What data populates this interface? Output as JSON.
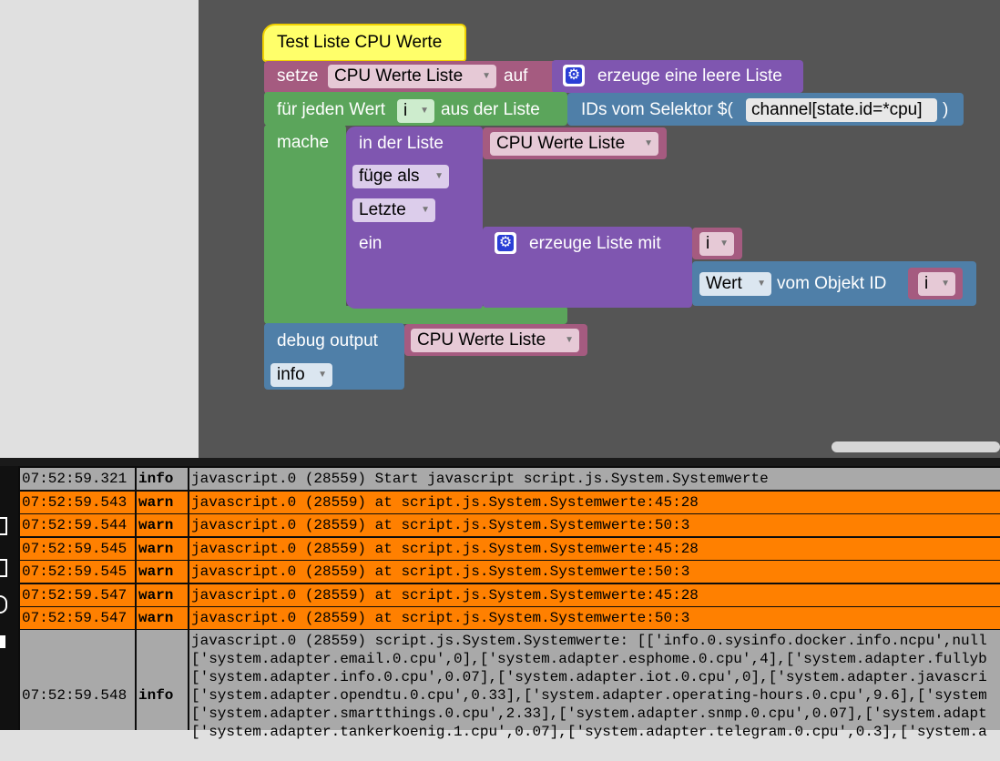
{
  "workspace": {
    "hat_title": "Test Liste CPU Werte",
    "set": {
      "label": "setze",
      "variable": "CPU Werte Liste",
      "mid": "auf",
      "create_empty": "erzeuge eine leere Liste"
    },
    "foreach": {
      "label": "für jeden Wert",
      "var": "i",
      "mid": "aus der Liste",
      "selector_label": "IDs vom Selektor $(",
      "selector_value": "channel[state.id=*cpu]",
      "selector_end": ")",
      "do_label": "mache"
    },
    "insert": {
      "in_list": "in der Liste",
      "list_var": "CPU Werte Liste",
      "mode": "füge als",
      "where": "Letzte",
      "value_label": "ein",
      "create_with": "erzeuge Liste mit",
      "item_var": "i",
      "value_prop": "Wert",
      "obj_label": "vom Objekt ID",
      "obj_var": "i"
    },
    "debug": {
      "label": "debug output",
      "var": "CPU Werte Liste",
      "level": "info"
    }
  },
  "log": {
    "rows": [
      {
        "time": "07:52:59.321",
        "level": "info",
        "msg": "javascript.0 (28559) Start javascript script.js.System.Systemwerte"
      },
      {
        "time": "07:52:59.543",
        "level": "warn",
        "msg": "javascript.0 (28559) at script.js.System.Systemwerte:45:28"
      },
      {
        "time": "07:52:59.544",
        "level": "warn",
        "msg": "javascript.0 (28559) at script.js.System.Systemwerte:50:3"
      },
      {
        "time": "07:52:59.545",
        "level": "warn",
        "msg": "javascript.0 (28559) at script.js.System.Systemwerte:45:28"
      },
      {
        "time": "07:52:59.545",
        "level": "warn",
        "msg": "javascript.0 (28559) at script.js.System.Systemwerte:50:3"
      },
      {
        "time": "07:52:59.547",
        "level": "warn",
        "msg": "javascript.0 (28559) at script.js.System.Systemwerte:45:28"
      },
      {
        "time": "07:52:59.547",
        "level": "warn",
        "msg": "javascript.0 (28559) at script.js.System.Systemwerte:50:3"
      }
    ],
    "last": {
      "time": "07:52:59.548",
      "level": "info",
      "lines": [
        "javascript.0 (28559) script.js.System.Systemwerte: [['info.0.sysinfo.docker.info.ncpu',null",
        "['system.adapter.email.0.cpu',0],['system.adapter.esphome.0.cpu',4],['system.adapter.fullyb",
        "['system.adapter.info.0.cpu',0.07],['system.adapter.iot.0.cpu',0],['system.adapter.javascri",
        "['system.adapter.opendtu.0.cpu',0.33],['system.adapter.operating-hours.0.cpu',9.6],['system",
        "['system.adapter.smartthings.0.cpu',2.33],['system.adapter.snmp.0.cpu',0.07],['system.adapt",
        "['system.adapter.tankerkoenig.1.cpu',0.07],['system.adapter.telegram.0.cpu',0.3],['system.a"
      ]
    }
  }
}
